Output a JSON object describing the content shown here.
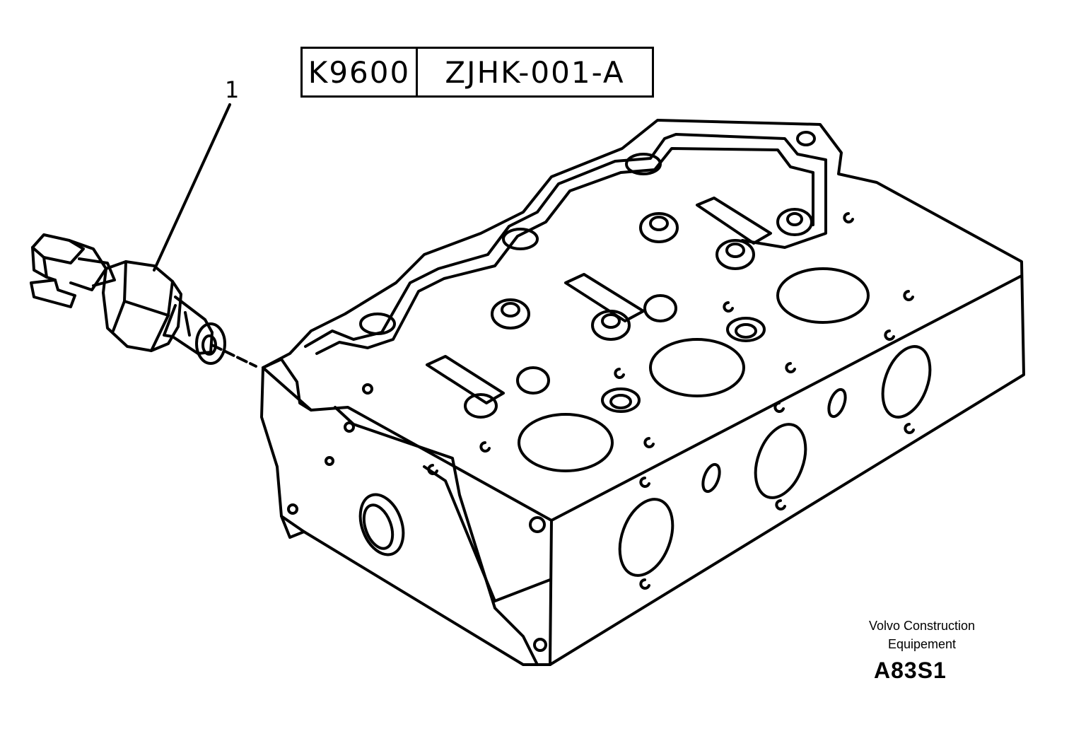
{
  "header": {
    "model_code": "K9600",
    "part_group_code": "ZJHK-001-A"
  },
  "callouts": [
    {
      "number": "1"
    }
  ],
  "footer": {
    "maker_line1": "Volvo Construction",
    "maker_line2": "Equipement",
    "figure_code": "A83S1"
  }
}
